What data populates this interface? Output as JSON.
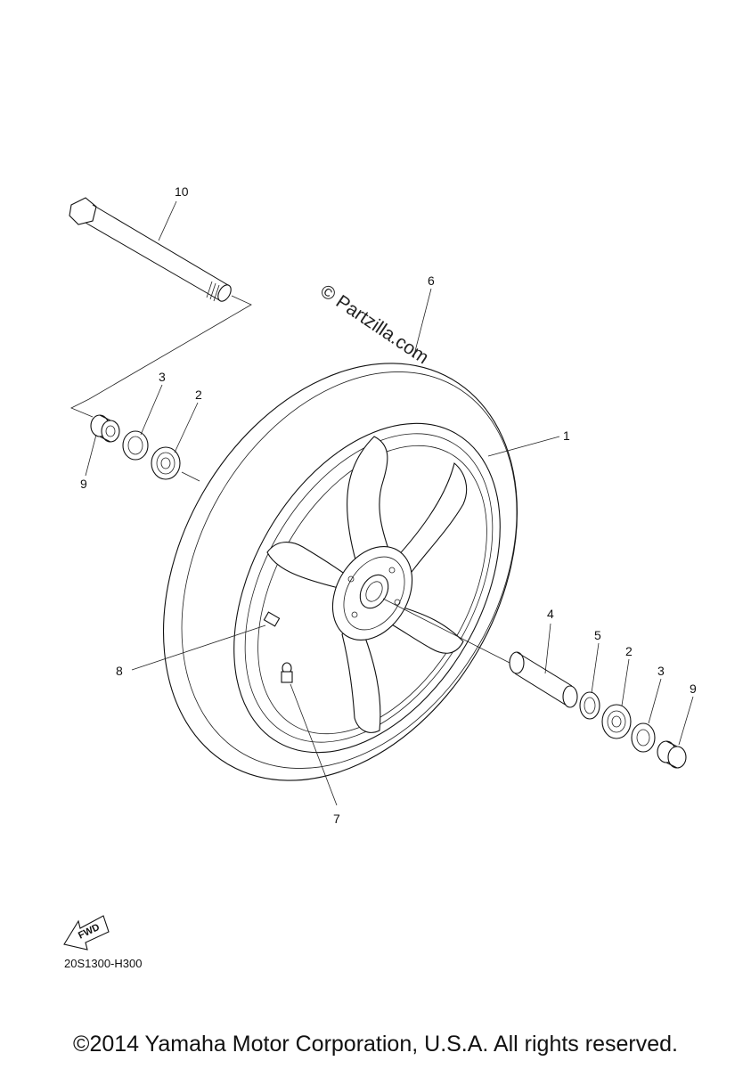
{
  "diagram": {
    "callouts": {
      "c1": "1",
      "c2a": "2",
      "c2b": "2",
      "c3a": "3",
      "c3b": "3",
      "c4": "4",
      "c5": "5",
      "c6": "6",
      "c7": "7",
      "c8": "8",
      "c9a": "9",
      "c9b": "9",
      "c10": "10"
    },
    "watermark": "© Partzilla.com",
    "fwd_label": "FWD",
    "diagram_code": "20S1300-H300"
  },
  "footer": {
    "copyright": "©2014 Yamaha Motor Corporation, U.S.A. All rights reserved."
  }
}
